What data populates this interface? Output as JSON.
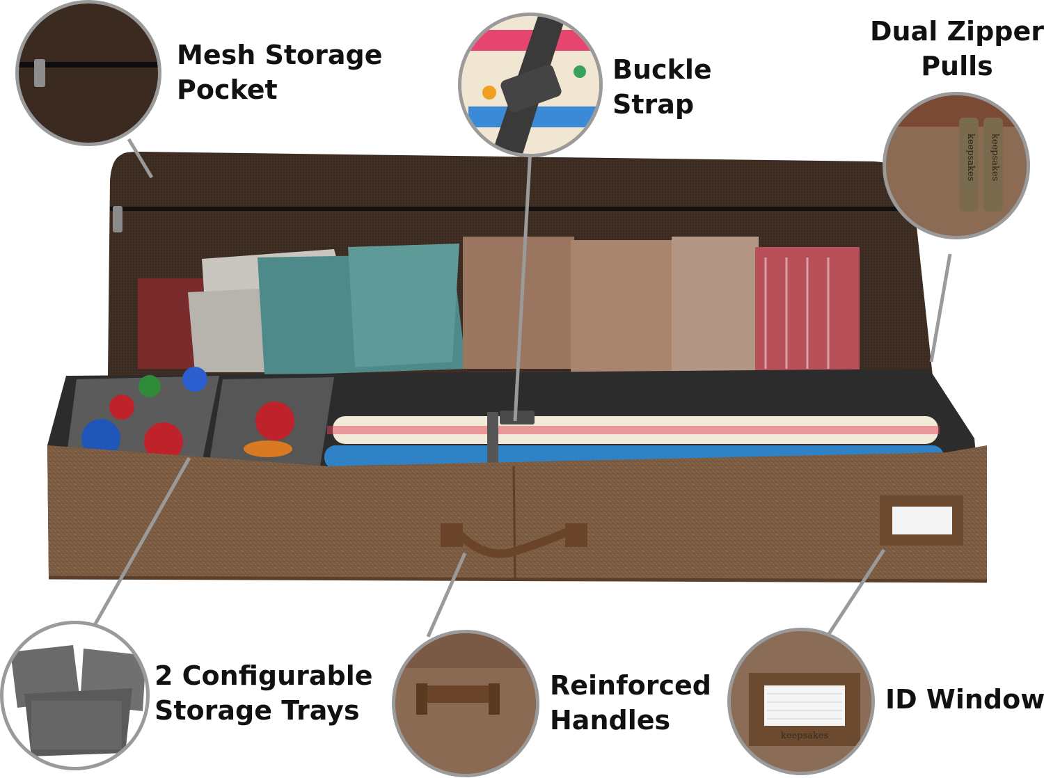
{
  "callouts": {
    "mesh_pocket": {
      "line1": "Mesh Storage",
      "line2": "Pocket"
    },
    "buckle_strap": {
      "line1": "Buckle",
      "line2": "Strap"
    },
    "dual_zipper": {
      "line1": "Dual Zipper",
      "line2": "Pulls"
    },
    "trays": {
      "line1": "2 Configurable",
      "line2": "Storage Trays"
    },
    "handles": {
      "line1": "Reinforced",
      "line2": "Handles"
    },
    "id_window": {
      "line1": "ID Window"
    }
  },
  "brand_marks": {
    "zipper_tag": "keepsakes",
    "id_window_tag": "keepsakes"
  },
  "colors": {
    "fabric": "#7a5a40",
    "fabric_dark": "#5a3f2a",
    "mesh_lid": "#3a2a20",
    "interior": "#2e2e2e",
    "leader_line": "#9a9a9a",
    "text": "#111111"
  }
}
